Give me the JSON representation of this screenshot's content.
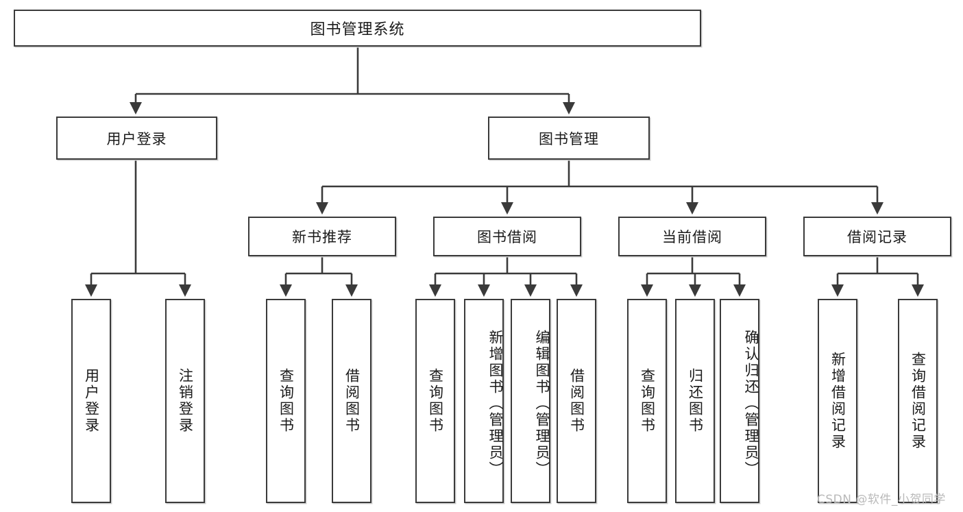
{
  "diagram": {
    "title": "图书管理系统",
    "type": "hierarchy-tree",
    "levels": 4,
    "colors": {
      "box_border": "#3a3a3a",
      "box_fill": "#ffffff",
      "edge": "#3a3a3a",
      "watermark": "#b9b9b9",
      "background": "#ffffff"
    },
    "root": {
      "label": "图书管理系统"
    },
    "level2": [
      {
        "label": "用户登录"
      },
      {
        "label": "图书管理"
      }
    ],
    "level3": [
      {
        "label": "新书推荐"
      },
      {
        "label": "图书借阅"
      },
      {
        "label": "当前借阅"
      },
      {
        "label": "借阅记录"
      }
    ],
    "leaves": {
      "user_login": [
        {
          "label": "用户登录"
        },
        {
          "label": "注销登录"
        }
      ],
      "new_book_recommend": [
        {
          "label": "查询图书"
        },
        {
          "label": "借阅图书"
        }
      ],
      "book_borrow": [
        {
          "label": "查询图书"
        },
        {
          "label": "新增图书（管理员）"
        },
        {
          "label": "编辑图书（管理员）"
        },
        {
          "label": "借阅图书"
        }
      ],
      "current_borrow": [
        {
          "label": "查询图书"
        },
        {
          "label": "归还图书"
        },
        {
          "label": "确认归还（管理员）"
        }
      ],
      "borrow_record": [
        {
          "label": "新增借阅记录"
        },
        {
          "label": "查询借阅记录"
        }
      ]
    }
  },
  "watermark": {
    "text": "CSDN @软件_小贺同学"
  }
}
